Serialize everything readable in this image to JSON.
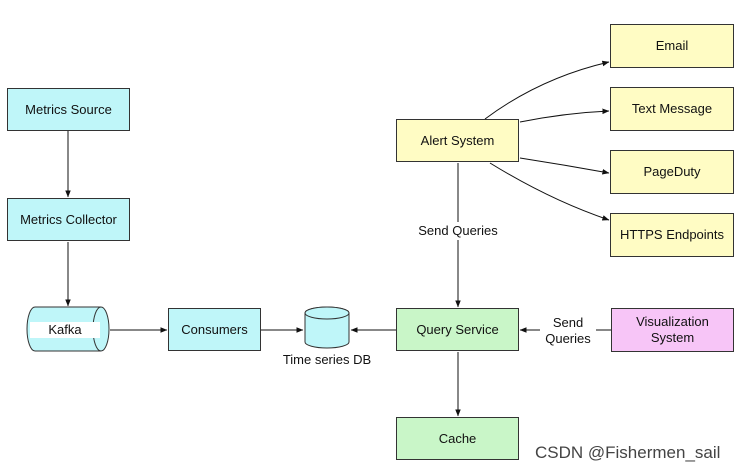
{
  "colors": {
    "source_fill": "#bff6f9",
    "alert_fill": "#fffcc4",
    "query_fill": "#c9f6c8",
    "visualization_fill": "#f7c5f7",
    "db_fill": "#bff6f9",
    "stroke": "#333333"
  },
  "nodes": {
    "metrics_source": "Metrics Source",
    "metrics_collector": "Metrics Collector",
    "kafka": "Kafka",
    "consumers": "Consumers",
    "time_series_db": "Time series DB",
    "query_service": "Query Service",
    "cache": "Cache",
    "alert_system": "Alert System",
    "email": "Email",
    "text_message": "Text Message",
    "pageduty": "PageDuty",
    "https_endpoints": "HTTPS Endpoints",
    "visualization_system_line1": "Visualization",
    "visualization_system_line2": "System"
  },
  "edge_labels": {
    "alert_to_query": "Send Queries",
    "visualization_to_query_line1": "Send",
    "visualization_to_query_line2": "Queries"
  },
  "watermark": "CSDN @Fishermen_sail"
}
